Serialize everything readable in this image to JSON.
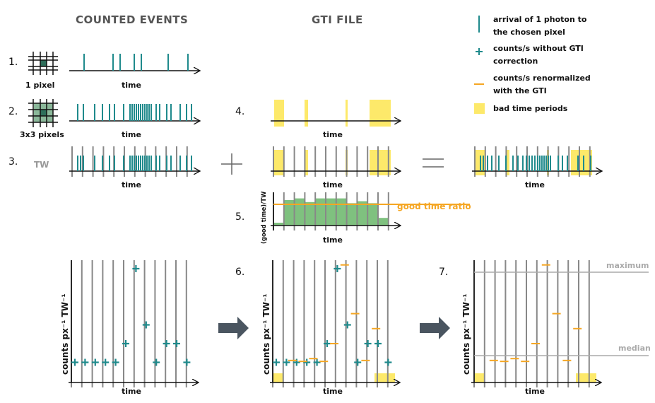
{
  "headers": {
    "counted_events": "COUNTED EVENTS",
    "gti_file": "GTI FILE"
  },
  "steps": [
    "1.",
    "2.",
    "3.",
    "4.",
    "5.",
    "6.",
    "7."
  ],
  "labels": {
    "one_pixel": "1 pixel",
    "three_by_three": "3x3 pixels",
    "tw": "TW",
    "time": "time",
    "good_time_ratio": "good time ratio",
    "gti_ylabel": "(good time)/TW",
    "counts_ylabel": "counts px⁻¹ TW⁻¹",
    "maximum": "maximum",
    "median": "median"
  },
  "legend": [
    {
      "symbol": "tick",
      "lines": [
        "arrival of 1 photon to",
        "the chosen pixel"
      ]
    },
    {
      "symbol": "plus",
      "lines": [
        "counts/s without GTI",
        "correction"
      ]
    },
    {
      "symbol": "dash",
      "lines": [
        "counts/s renormalized",
        "with the GTI"
      ]
    },
    {
      "symbol": "box",
      "lines": [
        "bad time periods"
      ]
    }
  ],
  "colors": {
    "photon": "#1f8a8c",
    "gti": "#f5a623",
    "bad_time": "#fde96a",
    "good_time_bars": "#7fc17f",
    "tw_lines": "#888888",
    "arrow": "#4a5560"
  },
  "chart_data": [
    {
      "type": "histogram",
      "title": "",
      "xlabel": "time",
      "ylabel": "(good time)/TW",
      "time_windows": 11,
      "values": [
        0.1,
        0.9,
        0.96,
        0.83,
        0.96,
        0.96,
        0.96,
        0.79,
        0.86,
        0.79,
        0.27
      ],
      "good_time_ratio": 0.6
    },
    {
      "type": "scatter",
      "title": "counted events per time window (without GTI correction)",
      "xlabel": "time",
      "ylabel": "counts px⁻¹ TW⁻¹",
      "time_windows": 11,
      "values": [
        1,
        1,
        1,
        1,
        1,
        2,
        6,
        3,
        1,
        2,
        2,
        1
      ]
    },
    {
      "type": "step",
      "title": "counts renormalized with the GTI",
      "xlabel": "time",
      "ylabel": "counts px⁻¹ TW⁻¹",
      "time_windows": 11,
      "values": [
        0,
        1.1,
        1.05,
        1.2,
        1.05,
        2,
        6.2,
        3.6,
        1.1,
        2.8,
        0.1
      ],
      "reference_lines": [
        "maximum",
        "median"
      ]
    }
  ]
}
